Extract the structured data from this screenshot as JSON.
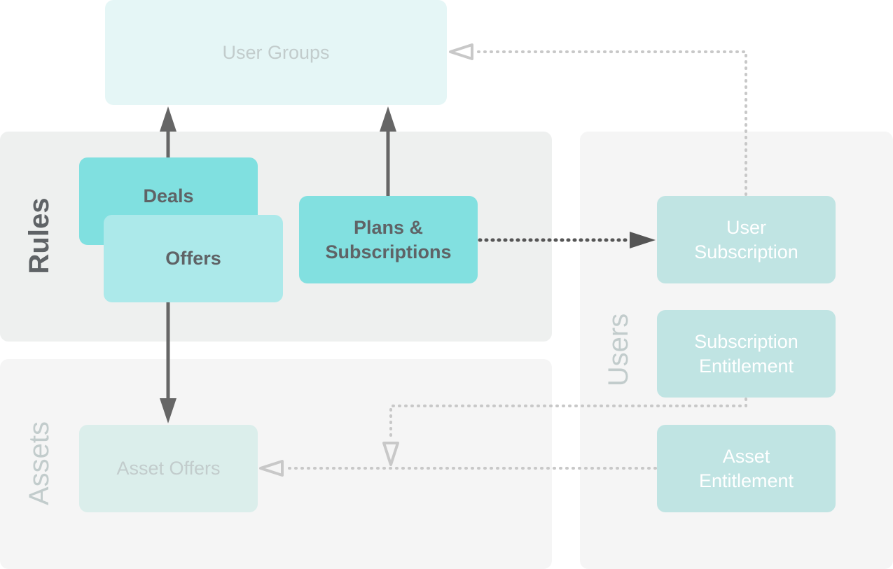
{
  "panels": {
    "rules_label": "Rules",
    "assets_label": "Assets",
    "users_label": "Users"
  },
  "nodes": {
    "user_groups": "User Groups",
    "deals": "Deals",
    "offers": "Offers",
    "plans_subscriptions": "Plans &\nSubscriptions",
    "user_subscription": "User\nSubscription",
    "subscription_entitlement": "Subscription\nEntitlement",
    "asset_entitlement": "Asset\nEntitlement",
    "asset_offers": "Asset Offers"
  },
  "colors": {
    "rules_panel": "#eef0ef",
    "assets_panel": "#f5f5f5",
    "users_panel": "#f5f5f5",
    "user_groups_box": "#e5f6f6",
    "deals_box": "#80e0e0",
    "offers_box": "#ace9ea",
    "plans_box": "#82e0e0",
    "user_nodes_box": "#c0e4e3",
    "asset_offers_box": "#dbeeeb",
    "solid_arrow": "#666666",
    "dark_dotted": "#555555",
    "light_dotted": "#c8c8c8"
  }
}
